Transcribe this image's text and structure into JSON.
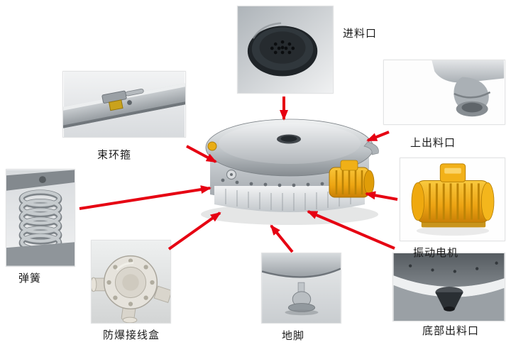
{
  "colors": {
    "arrow": "#e60012",
    "motor_yellow": "#f2a90f",
    "machine_gray": "#b9bec3",
    "background": "#ffffff"
  },
  "callouts": {
    "feed_inlet": {
      "label": "进料口"
    },
    "clamp_ring": {
      "label": "束环箍"
    },
    "upper_outlet": {
      "label": "上出料口"
    },
    "spring": {
      "label": "弹簧"
    },
    "vibration_motor": {
      "label": "振动电机"
    },
    "junction_box": {
      "label": "防爆接线盒"
    },
    "foot": {
      "label": "地脚"
    },
    "bottom_outlet": {
      "label": "底部出料口"
    }
  }
}
